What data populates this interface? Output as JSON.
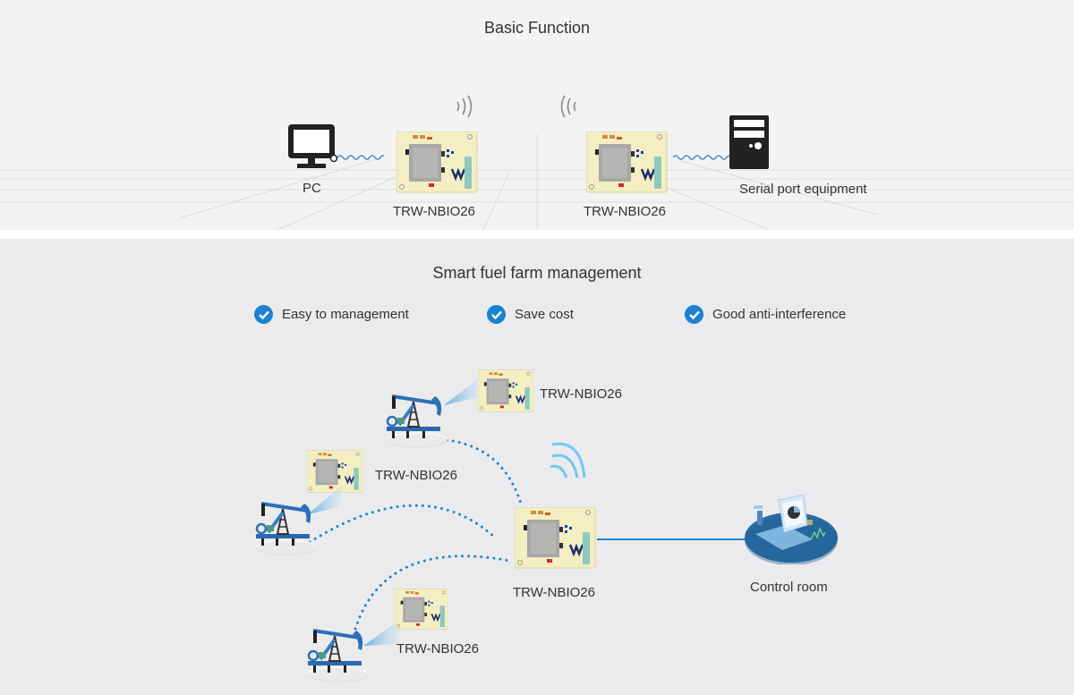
{
  "basic_function": {
    "title": "Basic Function",
    "pc_label": "PC",
    "module_left_label": "TRW-NBIO26",
    "module_right_label": "TRW-NBIO26",
    "equipment_label": "Serial port equipment"
  },
  "fuel_farm": {
    "title": "Smart fuel farm management",
    "features": [
      {
        "label": "Easy to management",
        "icon": "check-circle-icon"
      },
      {
        "label": "Save cost",
        "icon": "check-circle-icon"
      },
      {
        "label": "Good anti-interference",
        "icon": "check-circle-icon"
      }
    ],
    "nodes": {
      "pump_top_module": "TRW-NBIO26",
      "pump_mid_module": "TRW-NBIO26",
      "pump_bottom_module": "TRW-NBIO26",
      "central_module": "TRW-NBIO26",
      "control_room": "Control room"
    }
  },
  "colors": {
    "accent_blue": "#1a82cf",
    "link_blue": "#2a8fd6",
    "wifi_blue": "#6fc8f5",
    "top_bg": "#f3f3f3",
    "bottom_bg": "#ebebed",
    "pcb": "#f3efc3"
  }
}
